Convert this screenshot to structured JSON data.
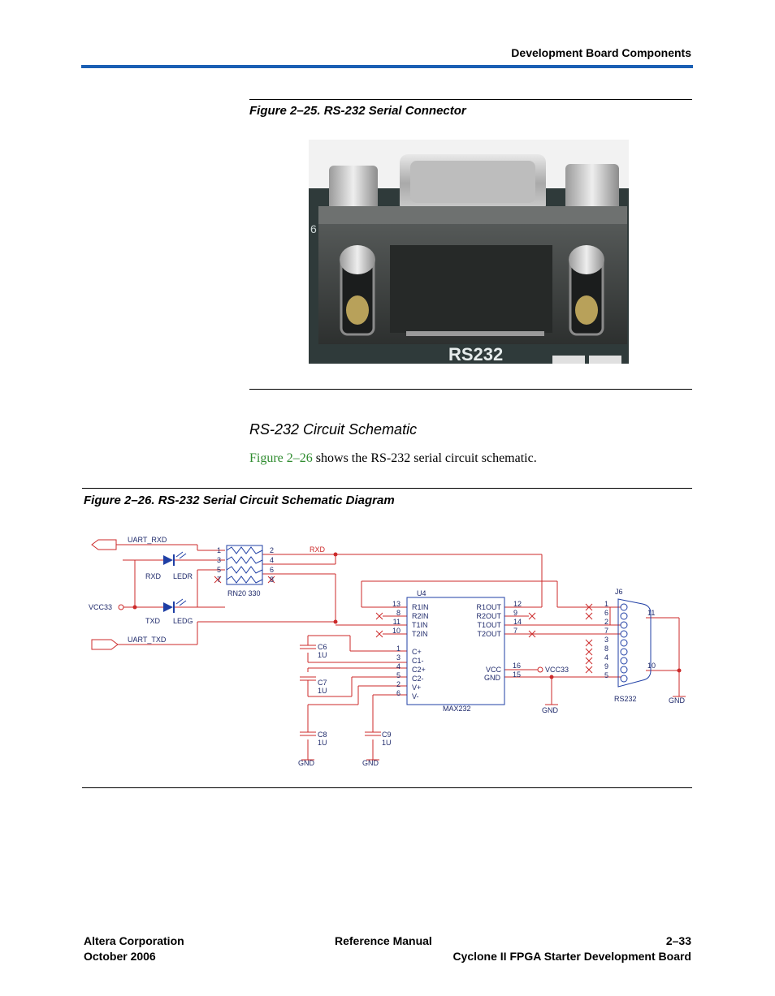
{
  "header": {
    "title": "Development Board Components"
  },
  "figure1": {
    "caption": "Figure 2–25. RS-232 Serial Connector",
    "silkscreen_label": "RS232",
    "edge_digit": "6"
  },
  "section": {
    "title": "RS-232 Circuit Schematic",
    "link_text": "Figure 2–26",
    "body_rest": " shows the RS-232 serial circuit schematic."
  },
  "figure2": {
    "caption": "Figure 2–26. RS-232 Serial Circuit Schematic Diagram",
    "labels": {
      "uart_rxd": "UART_RXD",
      "uart_txd": "UART_TXD",
      "vcc33_left": "VCC33",
      "rxd_led": "RXD",
      "txd_led": "TXD",
      "ledr": "LEDR",
      "ledg": "LEDG",
      "rn_name": "RN20  330",
      "rxd_net": "RXD",
      "u4": "U4",
      "max232": "MAX232",
      "vcc_pin": "VCC",
      "gnd_pin": "GND",
      "vcc33_right": "VCC33",
      "gnd_mid": "GND",
      "j6": "J6",
      "rs232": "RS232",
      "gnd_right": "GND",
      "c6": "C6",
      "c7": "C7",
      "c8": "C8",
      "c9": "C9",
      "cap_value": "1U",
      "gnd_c8": "GND",
      "gnd_c9": "GND",
      "pin_11": "11",
      "pin_10": "10",
      "pin_16": "16",
      "pin_15": "15"
    },
    "rn_left_pins": [
      "1",
      "3",
      "5",
      "7"
    ],
    "rn_right_pins": [
      "2",
      "4",
      "6",
      "8"
    ],
    "u4_left_pins": [
      {
        "num": "13",
        "name": "R1IN"
      },
      {
        "num": "8",
        "name": "R2IN"
      },
      {
        "num": "11",
        "name": "T1IN"
      },
      {
        "num": "10",
        "name": "T2IN"
      }
    ],
    "u4_cap_pins": [
      {
        "num": "1",
        "name": "C+"
      },
      {
        "num": "3",
        "name": "C1-"
      },
      {
        "num": "4",
        "name": "C2+"
      },
      {
        "num": "5",
        "name": "C2-"
      },
      {
        "num": "2",
        "name": "V+"
      },
      {
        "num": "6",
        "name": "V-"
      }
    ],
    "u4_right_pins": [
      {
        "num": "12",
        "name": "R1OUT"
      },
      {
        "num": "9",
        "name": "R2OUT"
      },
      {
        "num": "14",
        "name": "T1OUT"
      },
      {
        "num": "7",
        "name": "T2OUT"
      }
    ],
    "j6_pins": [
      "1",
      "6",
      "2",
      "7",
      "3",
      "8",
      "4",
      "9",
      "5"
    ]
  },
  "footer": {
    "left_line1": "Altera Corporation",
    "left_line2": "October 2006",
    "center_line1": "Reference Manual",
    "right_line1": "2–33",
    "right_line2": "Cyclone II FPGA Starter Development Board"
  }
}
